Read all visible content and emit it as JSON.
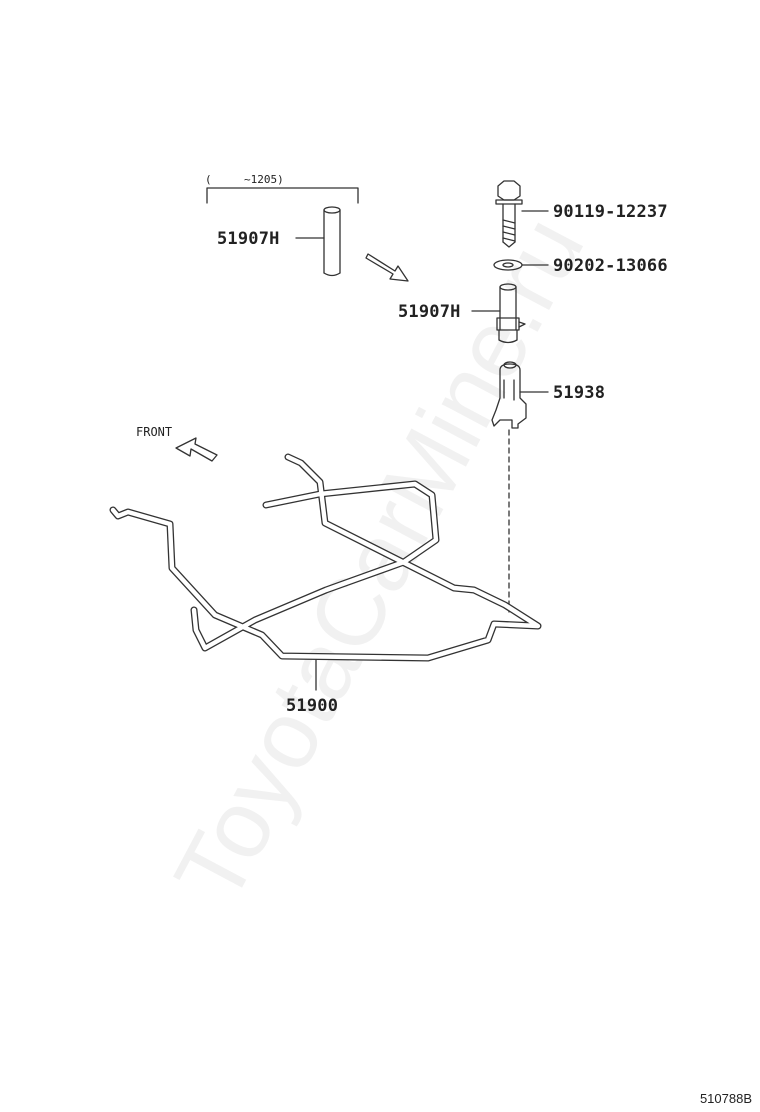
{
  "labels": {
    "range_note_open": "(",
    "range_note": "~1205)",
    "hose_cut": "51907H",
    "hose_installed": "51907H",
    "bolt": "90119-12237",
    "washer": "90202-13066",
    "bracket": "51938",
    "frame": "51900",
    "front": "FRONT"
  },
  "watermark": "ToyotaCarMine.ru",
  "figure_code": "510788B",
  "colors": {
    "line": "#333333",
    "text": "#222222",
    "watermark": "#787878"
  },
  "icons": {
    "front_arrow": "arrow-left-up-icon",
    "assembly_arrow": "arrow-down-right-icon"
  }
}
